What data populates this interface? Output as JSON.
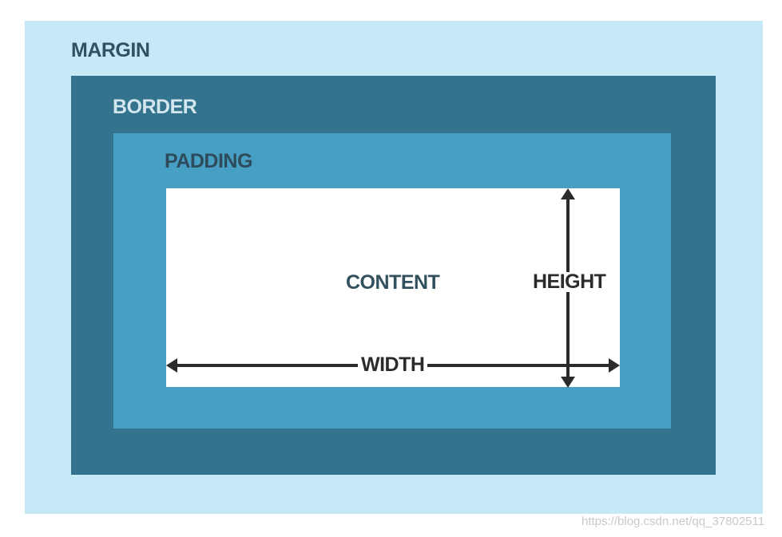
{
  "labels": {
    "margin": "MARGIN",
    "border": "BORDER",
    "padding": "PADDING",
    "content": "CONTENT",
    "height": "HEIGHT",
    "width": "WIDTH"
  },
  "watermark": "https://blog.csdn.net/qq_37802511",
  "colors": {
    "margin": "#c6e9f7",
    "border": "#33738e",
    "padding": "#479fc4",
    "content": "#ffffff",
    "arrow": "#2b2b2b"
  }
}
